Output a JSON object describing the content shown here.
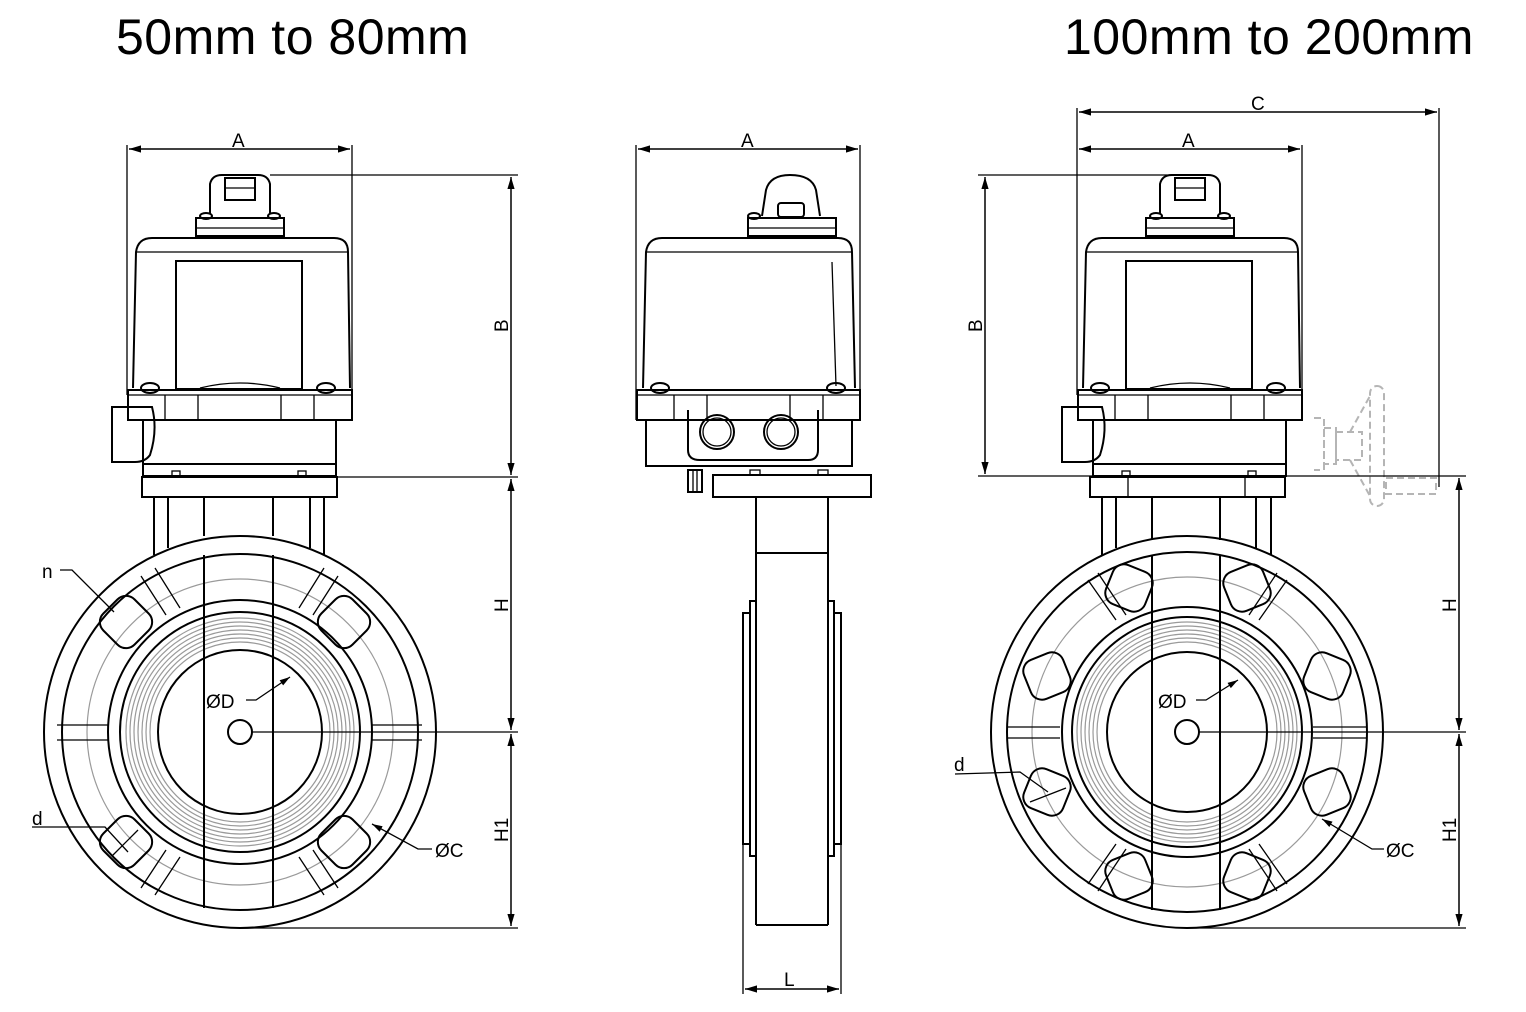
{
  "titles": {
    "left": "50mm to 80mm",
    "right": "100mm to 200mm"
  },
  "views": {
    "small_front": {
      "description": "Front view, electric actuated butterfly valve 50mm to 80mm, 4 bolt holes",
      "bolt_hole_count": 4,
      "labels": {
        "A": "A",
        "B": "B",
        "H": "H",
        "H1": "H1",
        "D": "ØD",
        "C": "ØC",
        "n": "n",
        "d": "d"
      }
    },
    "side": {
      "description": "Side view with cable glands",
      "labels": {
        "A": "A",
        "L": "L"
      }
    },
    "large_front": {
      "description": "Front view, electric actuated butterfly valve 100mm to 200mm, 8 bolt holes, manual override handwheel (dashed)",
      "bolt_hole_count": 8,
      "labels": {
        "C": "C",
        "A": "A",
        "B": "B",
        "H": "H",
        "H1": "H1",
        "D": "ØD",
        "Cdia": "ØC",
        "d": "d"
      }
    }
  },
  "colors": {
    "line": "#000000",
    "hidden_line": "#b5b5b5",
    "seat_rings": "#9a9a9a",
    "background": "#ffffff"
  }
}
